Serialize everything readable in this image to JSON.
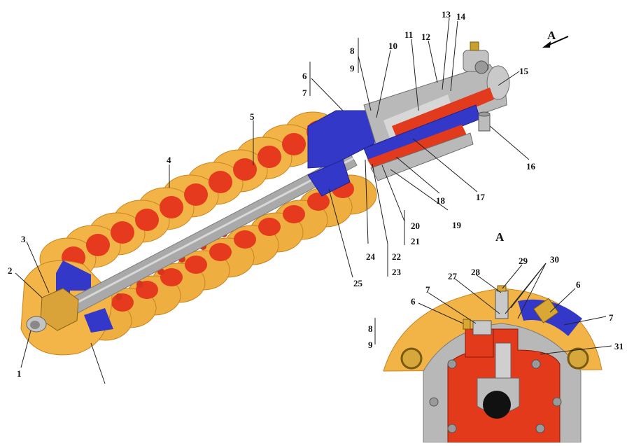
{
  "view_label": "A",
  "arrow_label": "A",
  "callouts": [
    "1",
    "2",
    "3",
    "4",
    "5",
    "6",
    "7",
    "8",
    "9",
    "10",
    "11",
    "12",
    "13",
    "14",
    "15",
    "16",
    "17",
    "18",
    "19",
    "20",
    "21",
    "22",
    "23",
    "24",
    "25"
  ],
  "detail_callouts": [
    "6",
    "7",
    "6",
    "7",
    "8",
    "9",
    "27",
    "28",
    "29",
    "30",
    "31"
  ],
  "colors": {
    "segment": "#f0b040",
    "segment_cut": "#e83a20",
    "shaft": "#a8a8a8",
    "blue_parts": "#3438c8",
    "red_parts": "#e03a1a",
    "steel": "#b8b8b8"
  }
}
